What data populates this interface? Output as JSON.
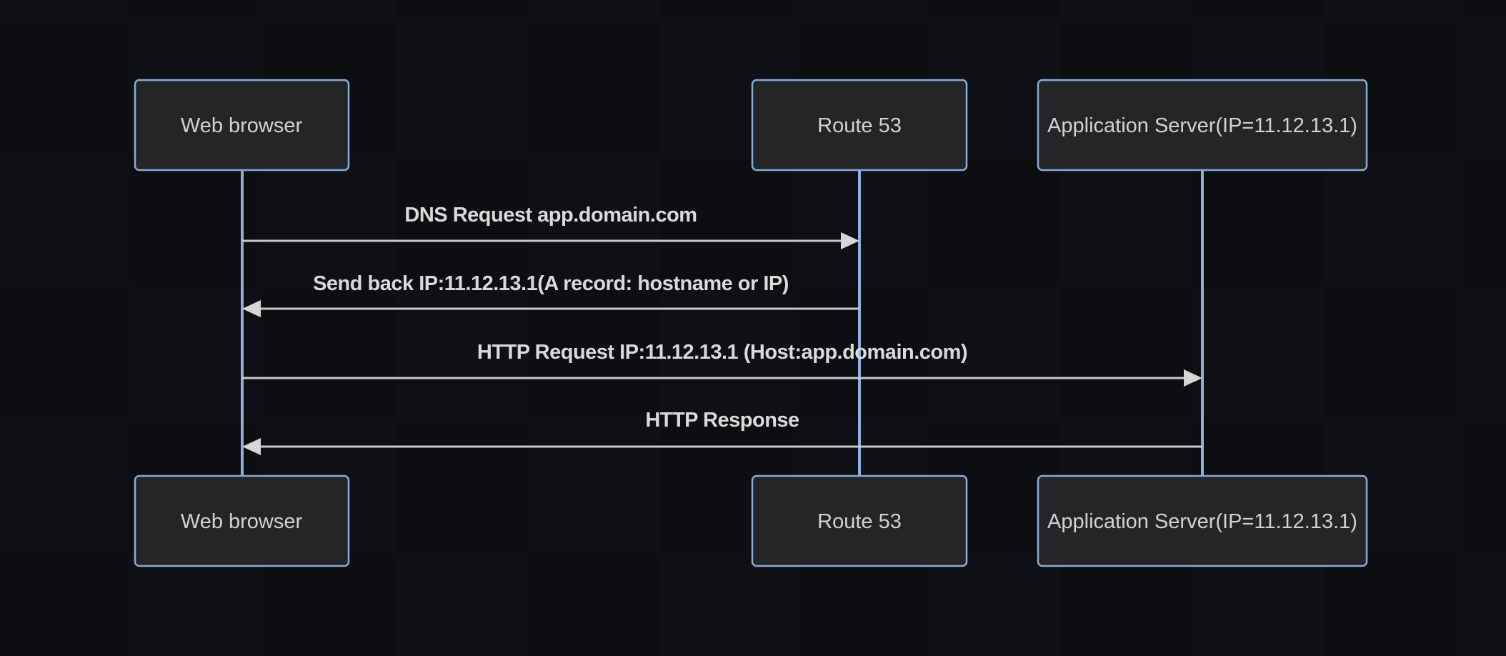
{
  "page": {
    "background_color": "#0e1015",
    "background_checker_color": "#0c0e11"
  },
  "diagram": {
    "type": "sequence",
    "actors": [
      {
        "name": "Web browser"
      },
      {
        "name": "Route 53"
      },
      {
        "name": "Application Server(IP=11.12.13.1)"
      }
    ],
    "messages": [
      {
        "from": "Web browser",
        "to": "Route 53",
        "direction": "right",
        "label": "DNS Request app.domain.com"
      },
      {
        "from": "Route 53",
        "to": "Web browser",
        "direction": "left",
        "label": "Send back IP:11.12.13.1(A record: hostname or IP)"
      },
      {
        "from": "Web browser",
        "to": "Application Server(IP=11.12.13.1)",
        "direction": "right",
        "label": "HTTP Request IP:11.12.13.1 (Host:app.domain.com)"
      },
      {
        "from": "Application Server(IP=11.12.13.1)",
        "to": "Web browser",
        "direction": "left",
        "label": "HTTP Response"
      }
    ],
    "colors": {
      "actor_fill": "#242526",
      "actor_border": "#87abdc",
      "lifeline": "#8cb0de",
      "message_line": "#c9c9c9",
      "arrowhead": "#d6d6d6",
      "actor_text": "#d2d2d2",
      "message_text": "#dadada"
    }
  }
}
